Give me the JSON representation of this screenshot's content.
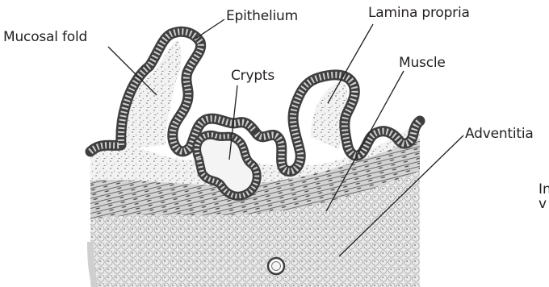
{
  "figure": {
    "labels": {
      "mucosal_fold": "Mucosal fold",
      "epithelium": "Epithelium",
      "lamina_propria": "Lamina propria",
      "crypts": "Crypts",
      "muscle": "Muscle",
      "adventitia": "Adventitia"
    },
    "cut_text": [
      "In",
      "v"
    ],
    "colors": {
      "background": "#ffffff",
      "ink": "#231f20",
      "epithelium_fill": "#cfcfcf",
      "nuclei": "#3a3a3a",
      "connective_tissue": "#e6e6e6",
      "muscle_fibers": "#555555"
    }
  }
}
